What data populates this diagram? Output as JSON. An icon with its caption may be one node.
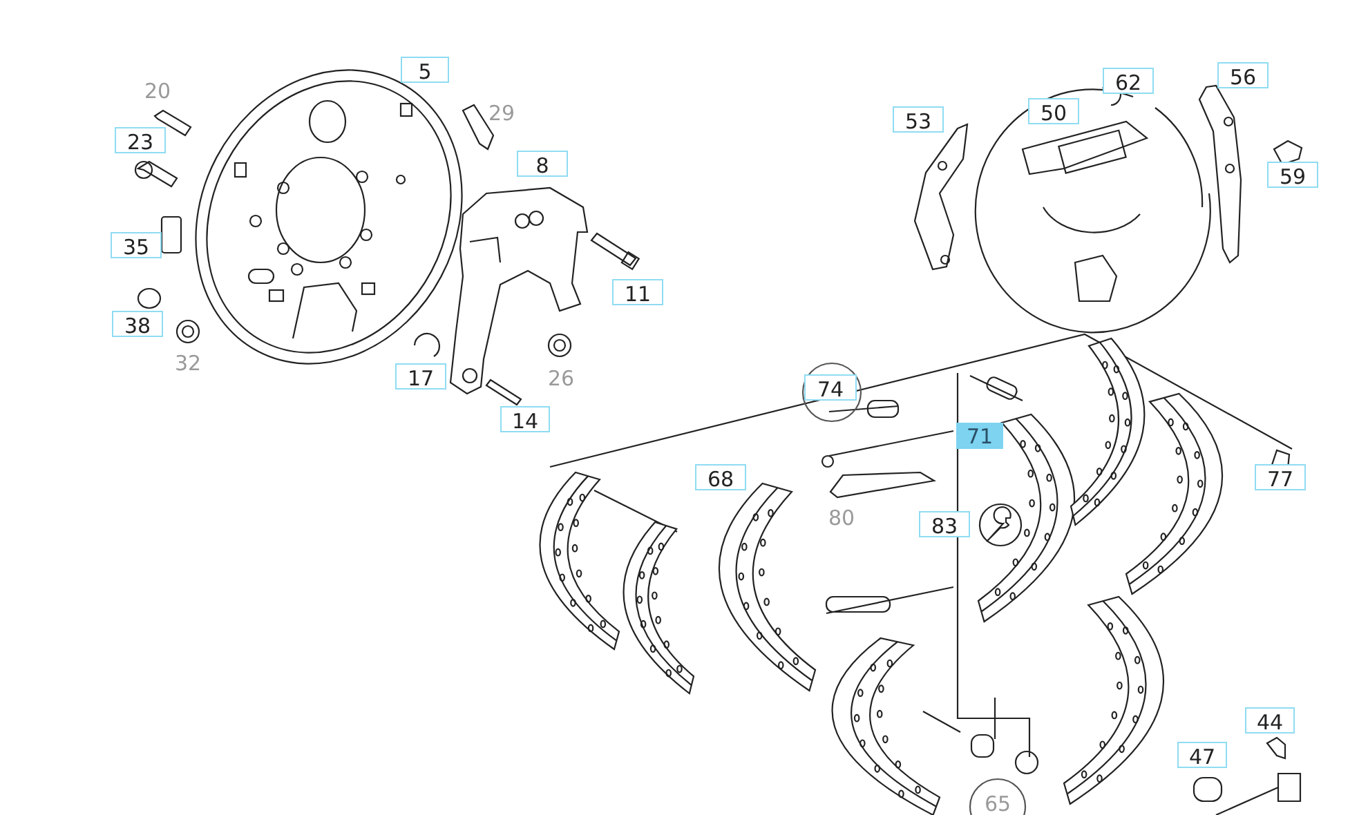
{
  "diagram": {
    "labels": [
      "5",
      "20",
      "29",
      "23",
      "8",
      "35",
      "11",
      "38",
      "32",
      "17",
      "26",
      "14",
      "62",
      "56",
      "53",
      "50",
      "59",
      "74",
      "71",
      "77",
      "68",
      "80",
      "83",
      "44",
      "47",
      "65"
    ]
  }
}
